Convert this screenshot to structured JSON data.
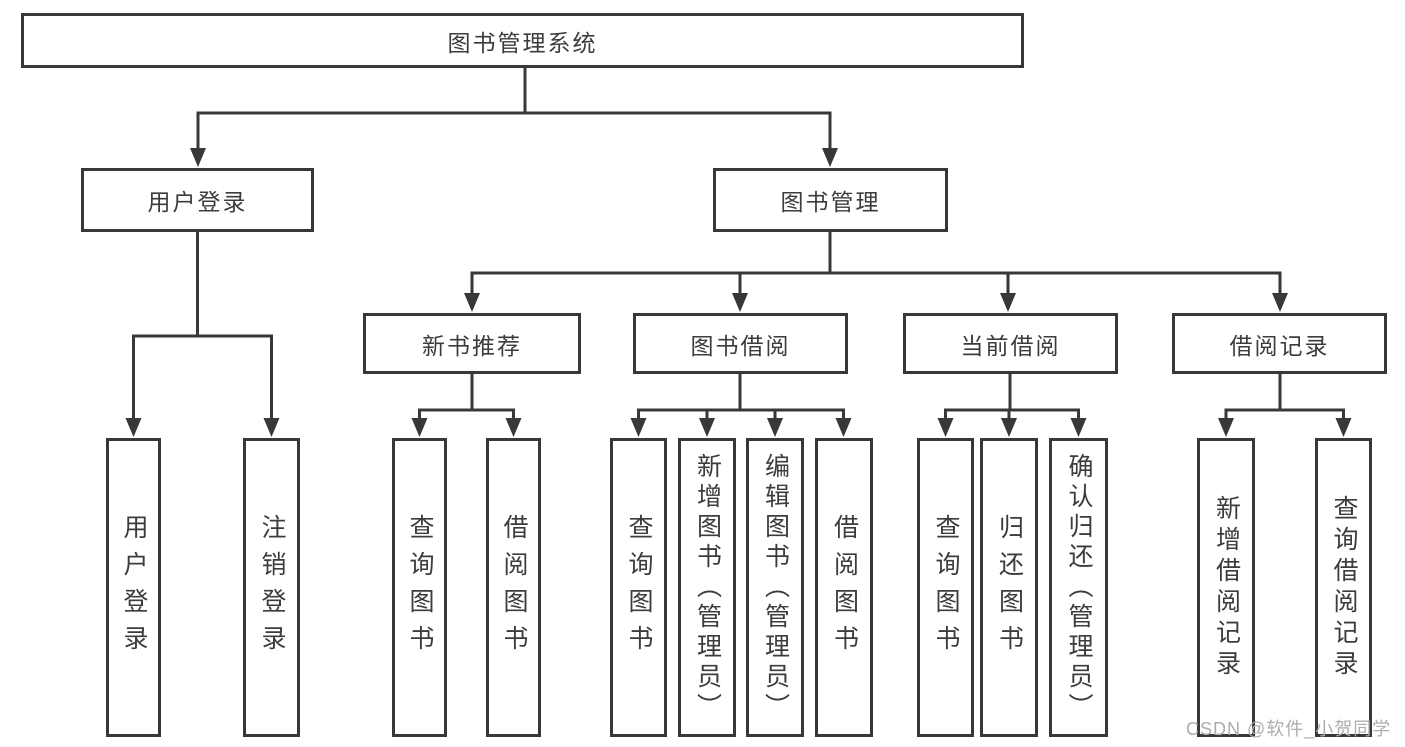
{
  "nodes": {
    "root": "图书管理系统",
    "level2": {
      "user_login": "用户登录",
      "book_management": "图书管理"
    },
    "level3": {
      "new_book_recommend": "新书推荐",
      "book_borrow": "图书借阅",
      "current_borrow": "当前借阅",
      "borrow_record": "借阅记录"
    },
    "leaves": {
      "user_login": [
        "用户登录",
        "注销登录"
      ],
      "new_book_recommend": [
        "查询图书",
        "借阅图书"
      ],
      "book_borrow": [
        "查询图书",
        "新增图书（管理员）",
        "编辑图书（管理员）",
        "借阅图书"
      ],
      "current_borrow": [
        "查询图书",
        "归还图书",
        "确认归还（管理员）"
      ],
      "borrow_record": [
        "新增借阅记录",
        "查询借阅记录"
      ]
    }
  },
  "watermark": "CSDN @软件_小贺同学",
  "colors": {
    "line": "#383838",
    "text": "#3c3c3c",
    "background": "#ffffff",
    "watermark": "#adadad"
  }
}
